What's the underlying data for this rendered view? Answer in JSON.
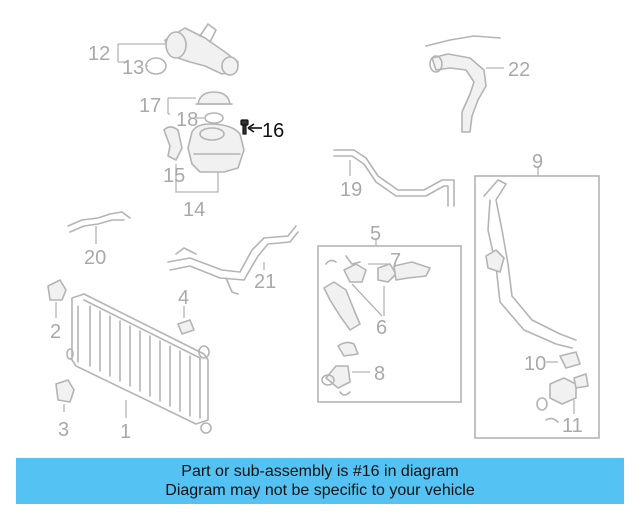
{
  "diagram": {
    "callouts": {
      "c1": "1",
      "c2": "2",
      "c3": "3",
      "c4": "4",
      "c5": "5",
      "c6": "6",
      "c7": "7",
      "c8": "8",
      "c9": "9",
      "c10": "10",
      "c11": "11",
      "c12": "12",
      "c13": "13",
      "c14": "14",
      "c15": "15",
      "c16": "16",
      "c17": "17",
      "c18": "18",
      "c19": "19",
      "c20": "20",
      "c21": "21",
      "c22": "22"
    },
    "highlighted_part": "16",
    "colors": {
      "part_gray": "#b4b4b4",
      "label_gray": "#a9a9a9",
      "highlight": "#111111",
      "banner": "#54c3f4"
    }
  },
  "banner": {
    "line1": "Part or sub-assembly is #16 in diagram",
    "line2": "Diagram may not be specific to your vehicle"
  }
}
